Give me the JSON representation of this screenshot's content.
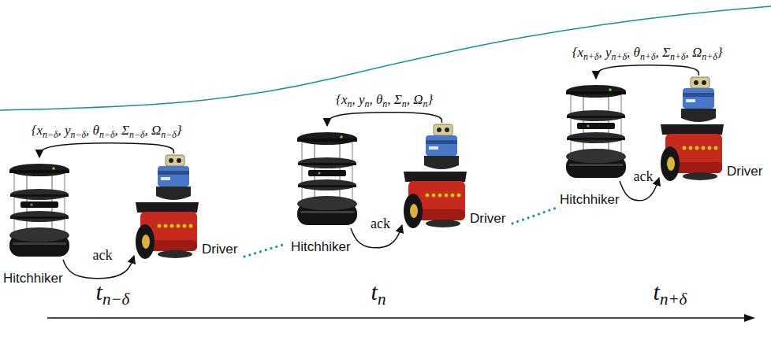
{
  "diagram": {
    "nodes": [
      {
        "text": [
          "Hitchhiker"
        ]
      },
      {
        "text": [
          "Driver"
        ]
      },
      {
        "text": [
          "Hitchhiker"
        ]
      },
      {
        "text": [
          "Driver"
        ]
      },
      {
        "text": [
          "Hitchhiker"
        ]
      },
      {
        "text": [
          "Driver"
        ]
      }
    ],
    "edges": [
      {
        "from": 1,
        "to": 0,
        "arrow": "to",
        "label": "{xn−δ, yn−δ, θn−δ, Σn−δ, Ωn−δ}"
      },
      {
        "from": 0,
        "to": 1,
        "arrow": "to",
        "label": "ack"
      },
      {
        "from": 3,
        "to": 2,
        "arrow": "to",
        "label": "{xn, yn, θn, Σn, Ωn}"
      },
      {
        "from": 2,
        "to": 3,
        "arrow": "to",
        "label": "ack"
      },
      {
        "from": 5,
        "to": 4,
        "arrow": "to",
        "label": "{xn+δ, yn+δ, θn+δ, Σn+δ, Ωn+δ}"
      },
      {
        "from": 4,
        "to": 5,
        "arrow": "to",
        "label": "ack"
      }
    ],
    "labels": [
      "tn−δ",
      "tn",
      "tn+δ"
    ]
  }
}
